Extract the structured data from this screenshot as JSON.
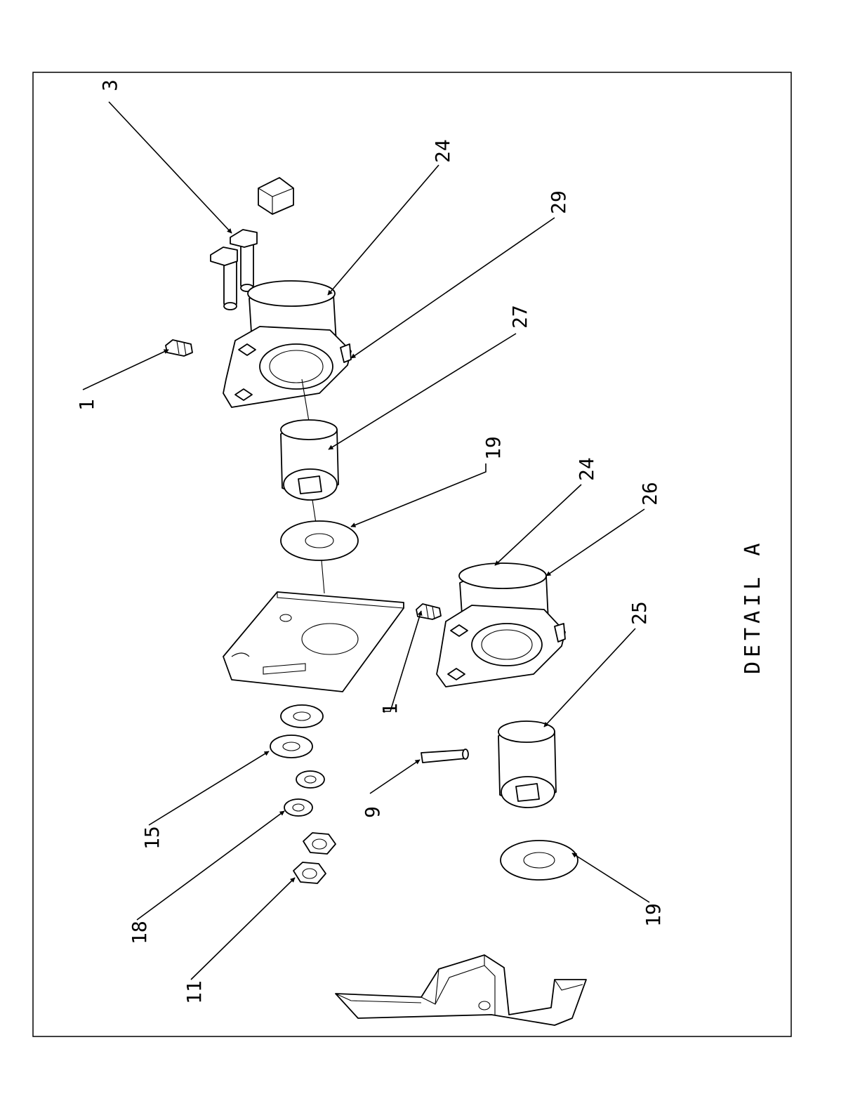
{
  "title": "DETAIL A",
  "callouts": [
    {
      "id": "c3",
      "label": "3"
    },
    {
      "id": "c24a",
      "label": "24"
    },
    {
      "id": "c29",
      "label": "29"
    },
    {
      "id": "c27",
      "label": "27"
    },
    {
      "id": "c1a",
      "label": "1"
    },
    {
      "id": "c19a",
      "label": "19"
    },
    {
      "id": "c24b",
      "label": "24"
    },
    {
      "id": "c26",
      "label": "26"
    },
    {
      "id": "c25",
      "label": "25"
    },
    {
      "id": "c1b",
      "label": "1"
    },
    {
      "id": "c15",
      "label": "15"
    },
    {
      "id": "c9",
      "label": "9"
    },
    {
      "id": "c18",
      "label": "18"
    },
    {
      "id": "c19b",
      "label": "19"
    },
    {
      "id": "c11",
      "label": "11"
    }
  ]
}
